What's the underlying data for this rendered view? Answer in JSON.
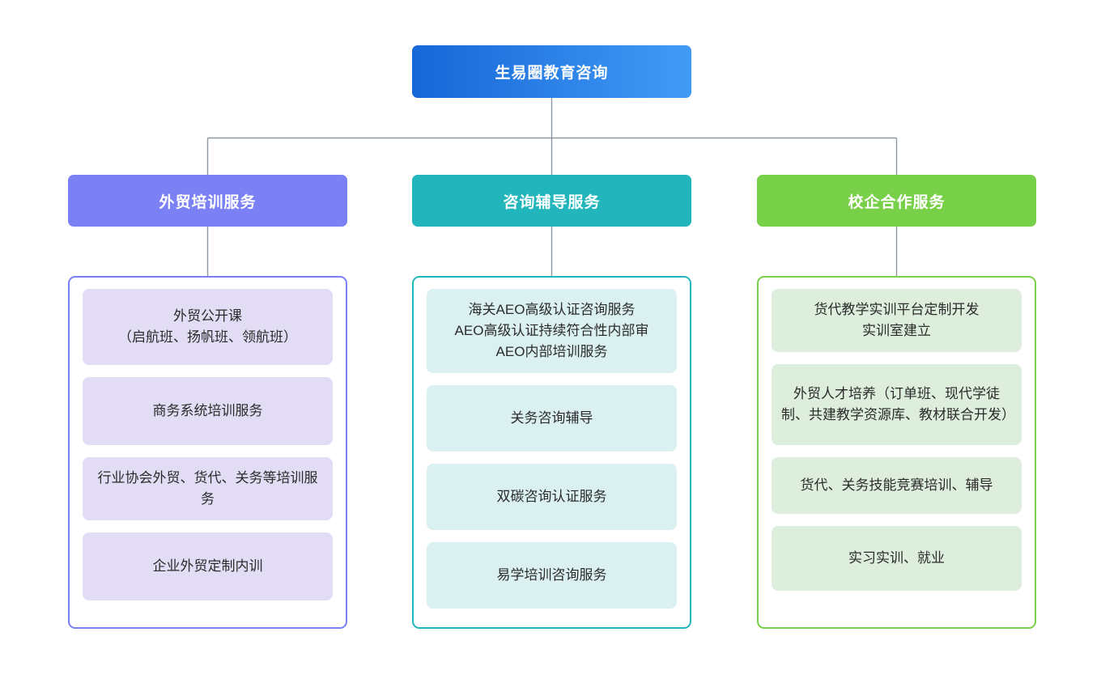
{
  "diagram": {
    "type": "organization-chart",
    "orientation": "top-down",
    "connector_color": "#8d98a3",
    "root": {
      "label": "生易圈教育咨询",
      "gradient_start": "#1767d8",
      "gradient_end": "#409bf5",
      "text_color": "#ffffff"
    },
    "branches": [
      {
        "label": "外贸培训服务",
        "color": "#7b80f5",
        "card_color": "#e2ddf4",
        "items": [
          "外贸公开课\n（启航班、扬帆班、领航班）",
          "商务系统培训服务",
          "行业协会外贸、货代、关务等培训服务",
          "企业外贸定制内训"
        ]
      },
      {
        "label": "咨询辅导服务",
        "color": "#22b5bb",
        "card_color": "#dbf0f0",
        "items": [
          "海关AEO高级认证咨询服务\nAEO高级认证持续符合性内部审\nAEO内部培训服务",
          "关务咨询辅导",
          "双碳咨询认证服务",
          "易学培训咨询服务"
        ]
      },
      {
        "label": "校企合作服务",
        "color": "#78cf48",
        "card_color": "#ddeedd",
        "items": [
          "货代教学实训平台定制开发\n实训室建立",
          "外贸人才培养（订单班、现代学徒制、共建教学资源库、教材联合开发）",
          "货代、关务技能竞赛培训、辅导",
          "实习实训、就业"
        ]
      }
    ]
  }
}
